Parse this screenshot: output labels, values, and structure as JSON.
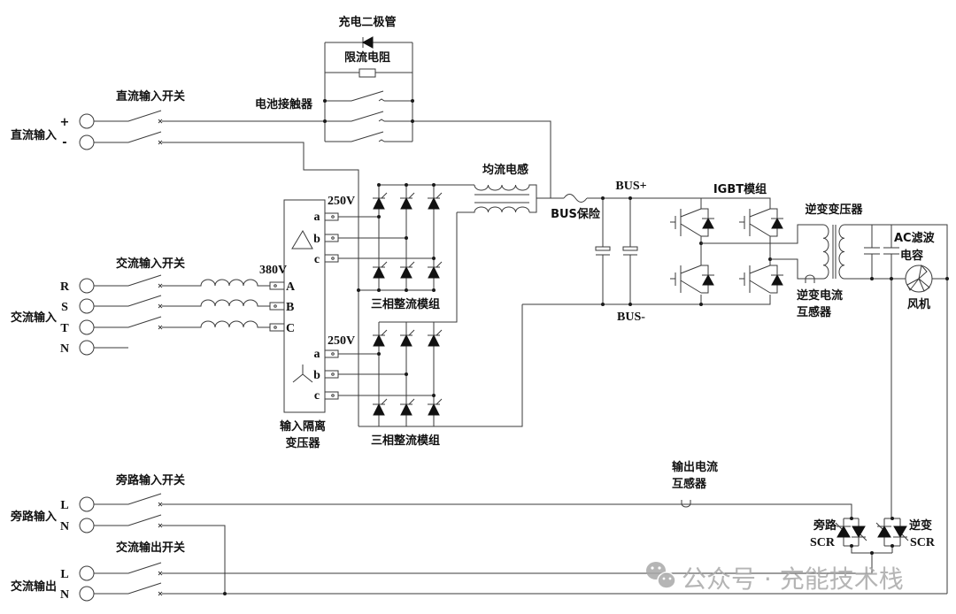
{
  "colors": {
    "wire": "#3a3a3a",
    "symbol_fill": "#111111",
    "watermark": "#a9a9a9"
  },
  "dc_input": {
    "label": "直流输入",
    "terminals": [
      "+",
      "-"
    ],
    "switch_label": "直流输入开关"
  },
  "battery_contactor": {
    "label": "电池接触器",
    "diode_label": "充电二极管",
    "resistor_label": "限流电阻"
  },
  "ac_input": {
    "label": "交流输入",
    "terminals": [
      "R",
      "S",
      "T",
      "N"
    ],
    "switch_label": "交流输入开关"
  },
  "input_transformer": {
    "label_line1": "输入隔离",
    "label_line2": "变压器",
    "primary_voltage": "380V",
    "primary_terminals": [
      "A",
      "B",
      "C"
    ],
    "secondary_upper_voltage": "250V",
    "secondary_lower_voltage": "250V",
    "secondary_terminals": [
      "a",
      "b",
      "c"
    ],
    "upper_winding": "delta-icon",
    "lower_winding": "wye-icon"
  },
  "rectifiers": [
    {
      "label": "三相整流模组"
    },
    {
      "label": "三相整流模组"
    }
  ],
  "balancing_inductor": {
    "label": "均流电感"
  },
  "dc_bus": {
    "fuse_label": "BUS保险",
    "positive_label": "BUS+",
    "negative_label": "BUS-"
  },
  "igbt_module": {
    "label": "IGBT模组"
  },
  "inverter_transformer": {
    "label": "逆变变压器",
    "ct_label_line1": "逆变电流",
    "ct_label_line2": "互感器"
  },
  "ac_filter_capacitor": {
    "label_line1": "AC滤波",
    "label_line2": "电容"
  },
  "fan": {
    "label": "风机"
  },
  "bypass_input": {
    "label": "旁路输入",
    "terminals": [
      "L",
      "N"
    ],
    "switch_label": "旁路输入开关"
  },
  "ac_output": {
    "label": "交流输出",
    "terminals": [
      "L",
      "N"
    ],
    "switch_label": "交流输出开关"
  },
  "output_ct": {
    "label_line1": "输出电流",
    "label_line2": "互感器"
  },
  "bypass_scr": {
    "label_line1": "旁路",
    "label_line2": "SCR"
  },
  "inverter_scr": {
    "label_line1": "逆变",
    "label_line2": "SCR"
  },
  "watermark": {
    "icon": "wechat-icon",
    "text": "公众号 · 充能技术栈"
  }
}
